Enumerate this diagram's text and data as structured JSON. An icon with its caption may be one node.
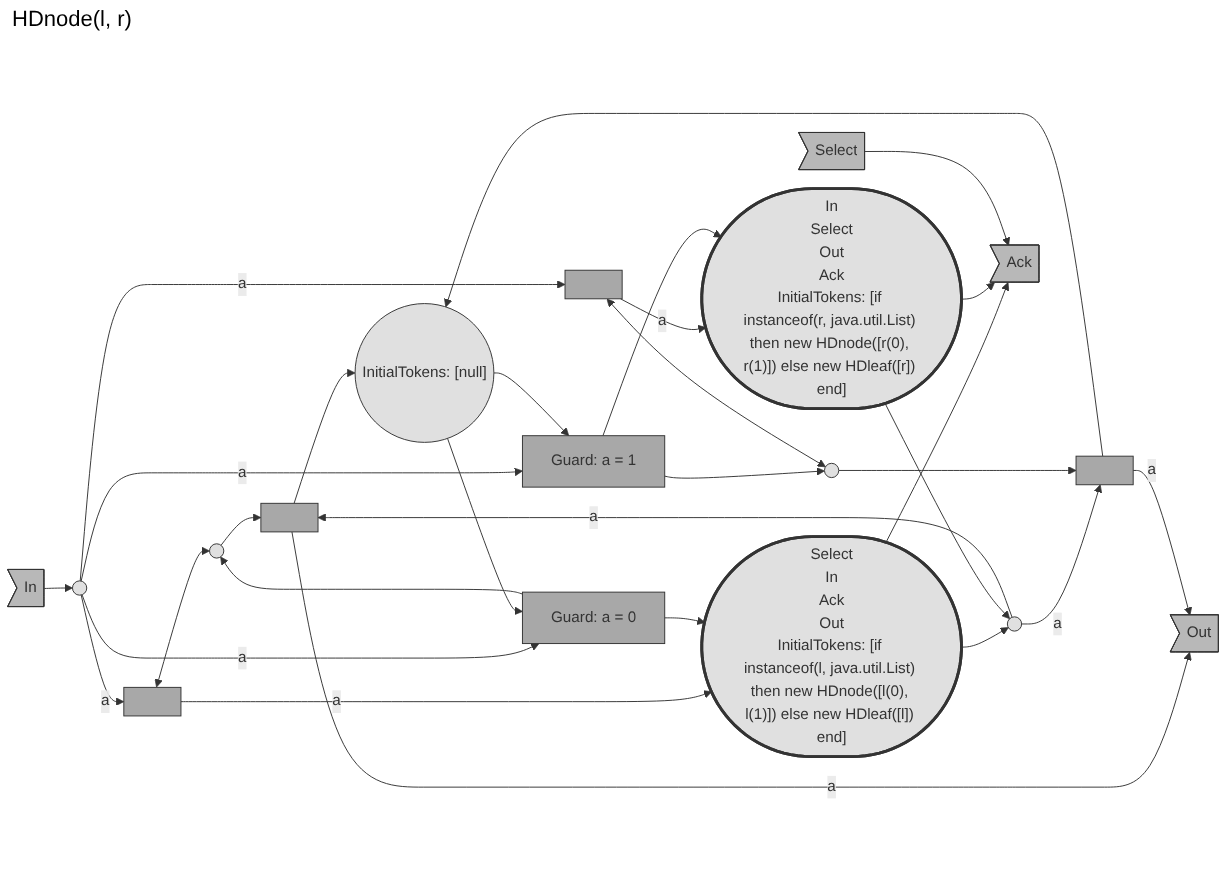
{
  "diagram": {
    "title": "HDnode(l, r)",
    "nodes": [
      {
        "text": [
          "In"
        ]
      },
      {
        "text": [],
        "shape": "circle"
      },
      {
        "text": [],
        "shape": "bar"
      },
      {
        "text": [
          "Guard: a = 0"
        ]
      },
      {
        "text": [
          "Select",
          "In",
          "Ack",
          "Out",
          "InitialTokens: [if instanceof(l, java.util.List) then new HDnode([l(0), l(1)]) else new HDleaf([l]) end]"
        ]
      },
      {
        "text": [],
        "shape": "circle"
      },
      {
        "text": [],
        "shape": "bar"
      },
      {
        "text": [
          "InitialTokens: [null]"
        ]
      },
      {
        "text": [],
        "shape": "circle"
      },
      {
        "text": [],
        "shape": "bar"
      },
      {
        "text": [
          "Guard: a = 1"
        ]
      },
      {
        "text": [],
        "shape": "circle"
      },
      {
        "text": [],
        "shape": "bar"
      },
      {
        "text": [
          "In",
          "Select",
          "Out",
          "Ack",
          "InitialTokens: [if instanceof(r, java.util.List) then new HDnode([r(0), r(1)]) else new HDleaf([r]) end]"
        ]
      },
      {
        "text": [
          "Out"
        ]
      },
      {
        "text": [
          "Select"
        ]
      },
      {
        "text": [
          "Ack"
        ]
      }
    ],
    "edges": [
      {
        "from": 0,
        "to": 1,
        "arrow": "to"
      },
      {
        "from": 1,
        "to": 2,
        "label": "a",
        "arrow": "to"
      },
      {
        "from": 1,
        "to": 3,
        "label": "a",
        "arrow": "to"
      },
      {
        "from": 1,
        "to": 10,
        "label": "a",
        "arrow": "to"
      },
      {
        "from": 1,
        "to": 12,
        "label": "a",
        "arrow": "to"
      },
      {
        "from": 7,
        "to": 3,
        "arrow": "to"
      },
      {
        "from": 7,
        "to": 10,
        "arrow": "to"
      },
      {
        "from": 3,
        "to": 5,
        "arrow": "to"
      },
      {
        "from": 2,
        "to": 5,
        "arrow": "both"
      },
      {
        "from": 2,
        "to": 4,
        "label": "a",
        "arrow": "to"
      },
      {
        "from": 3,
        "to": 4,
        "arrow": "to"
      },
      {
        "from": 5,
        "to": 6,
        "arrow": "to"
      },
      {
        "from": 6,
        "to": 7,
        "arrow": "to"
      },
      {
        "from": 8,
        "to": 6,
        "label": "a",
        "arrow": "to"
      },
      {
        "from": 6,
        "to": 14,
        "label": "a",
        "arrow": "to"
      },
      {
        "from": 4,
        "to": 8,
        "arrow": "to"
      },
      {
        "from": 4,
        "to": 16,
        "arrow": "to"
      },
      {
        "from": 8,
        "to": 9,
        "label": "a",
        "arrow": "to"
      },
      {
        "from": 9,
        "to": 14,
        "label": "a",
        "arrow": "to"
      },
      {
        "from": 11,
        "to": 9,
        "arrow": "to"
      },
      {
        "from": 9,
        "to": 7,
        "arrow": "to"
      },
      {
        "from": 10,
        "to": 11,
        "arrow": "to"
      },
      {
        "from": 12,
        "to": 11,
        "arrow": "both"
      },
      {
        "from": 12,
        "to": 13,
        "label": "a",
        "arrow": "to"
      },
      {
        "from": 10,
        "to": 13,
        "arrow": "to"
      },
      {
        "from": 13,
        "to": 8,
        "arrow": "to"
      },
      {
        "from": 13,
        "to": 16,
        "arrow": "to"
      },
      {
        "from": 15,
        "to": 16,
        "arrow": "to"
      }
    ]
  }
}
